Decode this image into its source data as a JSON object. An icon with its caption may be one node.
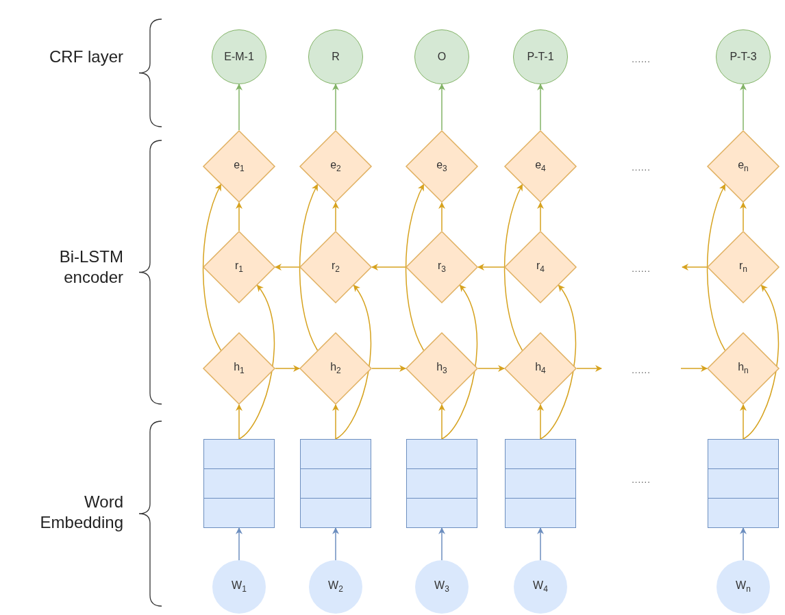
{
  "diagram": {
    "nodes": [
      {
        "text": [
          "E-M-1"
        ]
      },
      {
        "text": [
          "R"
        ]
      },
      {
        "text": [
          "O"
        ]
      },
      {
        "text": [
          "P-T-1"
        ]
      },
      {
        "text": [
          "P-T-3"
        ]
      },
      {
        "text": [
          "e$_{1}$"
        ]
      },
      {
        "text": [
          "e$_{2}$"
        ]
      },
      {
        "text": [
          "e$_{3}$"
        ]
      },
      {
        "text": [
          "e$_{4}$"
        ]
      },
      {
        "text": [
          "e$_{n}$"
        ]
      },
      {
        "text": [
          "r$_{1}$"
        ]
      },
      {
        "text": [
          "r$_{2}$"
        ]
      },
      {
        "text": [
          "r$_{3}$"
        ]
      },
      {
        "text": [
          "r$_{4}$"
        ]
      },
      {
        "text": [
          "r$_{n}$"
        ]
      },
      {
        "text": [
          "h$_{1}$"
        ]
      },
      {
        "text": [
          "h$_{2}$"
        ]
      },
      {
        "text": [
          "h$_{3}$"
        ]
      },
      {
        "text": [
          "h$_{4}$"
        ]
      },
      {
        "text": [
          "h$_{n}$"
        ]
      },
      {
        "text": [],
        "shape": "box"
      },
      {
        "text": [],
        "shape": "box"
      },
      {
        "text": [],
        "shape": "box"
      },
      {
        "text": [],
        "shape": "box"
      },
      {
        "text": [],
        "shape": "box"
      },
      {
        "text": [
          "W$_{1}$"
        ]
      },
      {
        "text": [
          "W$_{2}$"
        ]
      },
      {
        "text": [
          "W$_{3}$"
        ]
      },
      {
        "text": [
          "W$_{4}$"
        ]
      },
      {
        "text": [
          "W$_{n}$"
        ]
      }
    ],
    "edges": [
      {
        "from": 25,
        "to": 20,
        "arrow": "to",
        "color": "#6c8ebf"
      },
      {
        "from": 20,
        "to": 15,
        "arrow": "to"
      },
      {
        "from": 20,
        "to": 10,
        "arrow": "to"
      },
      {
        "from": 15,
        "to": 5,
        "arrow": "to"
      },
      {
        "from": 10,
        "to": 5,
        "arrow": "to"
      },
      {
        "from": 5,
        "to": 0,
        "arrow": "to",
        "color": "#82b366"
      },
      {
        "from": 26,
        "to": 21,
        "arrow": "to",
        "color": "#6c8ebf"
      },
      {
        "from": 21,
        "to": 16,
        "arrow": "to"
      },
      {
        "from": 21,
        "to": 11,
        "arrow": "to"
      },
      {
        "from": 16,
        "to": 6,
        "arrow": "to"
      },
      {
        "from": 11,
        "to": 6,
        "arrow": "to"
      },
      {
        "from": 6,
        "to": 1,
        "arrow": "to",
        "color": "#82b366"
      },
      {
        "from": 27,
        "to": 22,
        "arrow": "to",
        "color": "#6c8ebf"
      },
      {
        "from": 22,
        "to": 17,
        "arrow": "to"
      },
      {
        "from": 22,
        "to": 12,
        "arrow": "to"
      },
      {
        "from": 17,
        "to": 7,
        "arrow": "to"
      },
      {
        "from": 12,
        "to": 7,
        "arrow": "to"
      },
      {
        "from": 7,
        "to": 2,
        "arrow": "to",
        "color": "#82b366"
      },
      {
        "from": 28,
        "to": 23,
        "arrow": "to",
        "color": "#6c8ebf"
      },
      {
        "from": 23,
        "to": 18,
        "arrow": "to"
      },
      {
        "from": 23,
        "to": 13,
        "arrow": "to"
      },
      {
        "from": 18,
        "to": 8,
        "arrow": "to"
      },
      {
        "from": 13,
        "to": 8,
        "arrow": "to"
      },
      {
        "from": 8,
        "to": 3,
        "arrow": "to",
        "color": "#82b366"
      },
      {
        "from": 29,
        "to": 24,
        "arrow": "to",
        "color": "#6c8ebf"
      },
      {
        "from": 24,
        "to": 19,
        "arrow": "to"
      },
      {
        "from": 24,
        "to": 14,
        "arrow": "to"
      },
      {
        "from": 19,
        "to": 9,
        "arrow": "to"
      },
      {
        "from": 14,
        "to": 9,
        "arrow": "to"
      },
      {
        "from": 9,
        "to": 4,
        "arrow": "to",
        "color": "#82b366"
      },
      {
        "from": 15,
        "to": 16,
        "arrow": "to"
      },
      {
        "from": 16,
        "to": 17,
        "arrow": "to"
      },
      {
        "from": 17,
        "to": 18,
        "arrow": "to"
      },
      {
        "from": 18,
        "to": null,
        "arrow": "to"
      },
      {
        "from": null,
        "to": 19,
        "arrow": "to"
      },
      {
        "from": 11,
        "to": 10,
        "arrow": "to"
      },
      {
        "from": 12,
        "to": 11,
        "arrow": "to"
      },
      {
        "from": 13,
        "to": 12,
        "arrow": "to"
      },
      {
        "from": 14,
        "to": null,
        "arrow": "to"
      }
    ],
    "labels": [
      "CRF layer",
      "......",
      "......",
      "Bi-LSTM encoder",
      "......",
      "......",
      "......",
      "Word Embedding"
    ]
  }
}
